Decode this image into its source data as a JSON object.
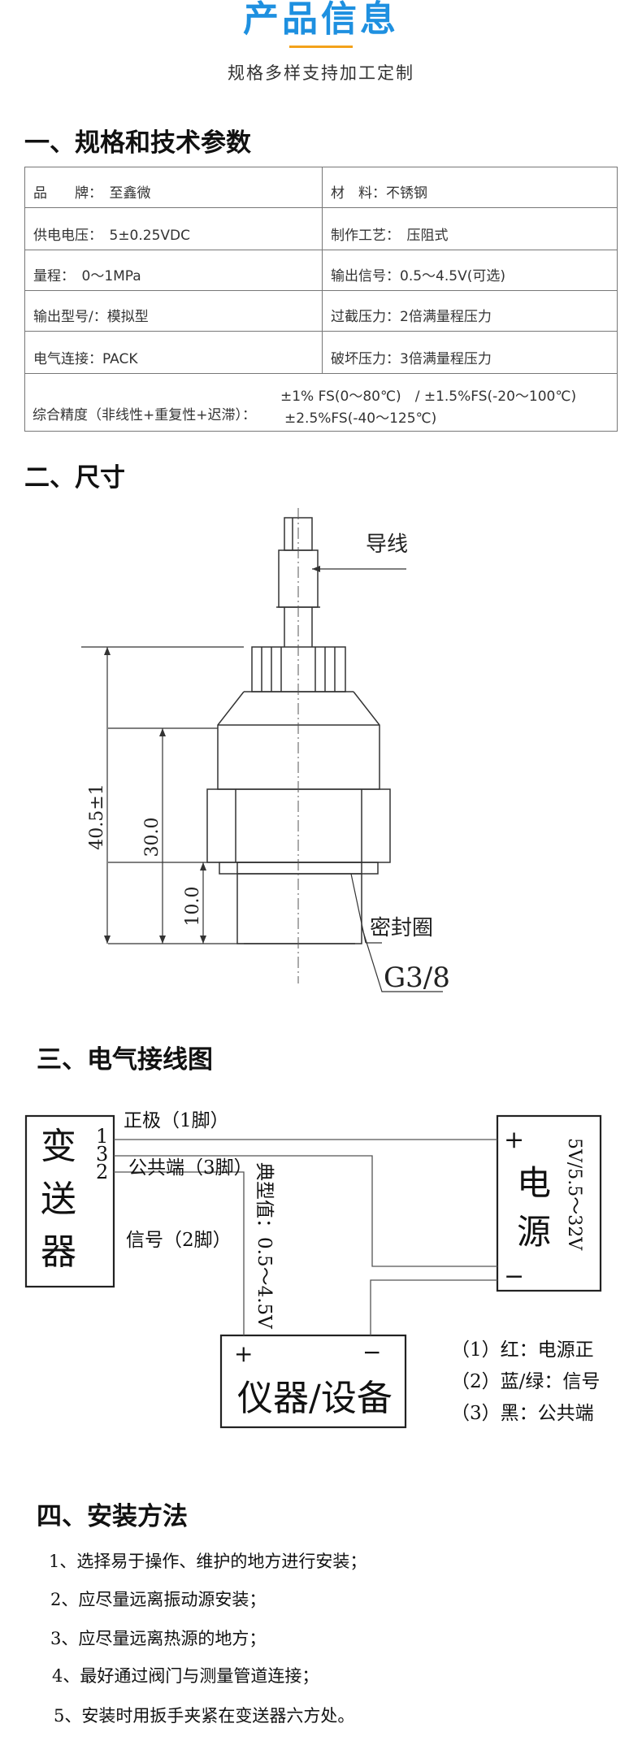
{
  "header": {
    "title": "产品信息",
    "subtitle": "规格多样支持加工定制"
  },
  "sections": {
    "spec": "一、规格和技术参数",
    "dimension": "二、尺寸",
    "wiring": "三、电气接线图",
    "install": "四、安装方法"
  },
  "spec_table": [
    {
      "left": "品　　牌：　至鑫微",
      "right": "材　料：不锈钢"
    },
    {
      "left": "供电电压：　5±0.25VDC",
      "right": "制作工艺：　压阻式"
    },
    {
      "left": "量程：　0～1MPa",
      "right": "输出信号：0.5～4.5V(可选)"
    },
    {
      "left": "输出型号/：模拟型",
      "right": "过截压力：2倍满量程压力"
    },
    {
      "left": "电气连接：PACK",
      "right": "破坏压力：3倍满量程压力"
    }
  ],
  "accuracy": {
    "label": "综合精度（非线性+重复性+迟滞）：",
    "line1": "±1% FS(0～80℃)　/ ±1.5%FS(-20～100℃)",
    "line2": "±2.5%FS(-40～125℃)"
  },
  "dimension_drawing": {
    "wire_label": "导线",
    "total_height": "40.5±1",
    "body_height": "30.0",
    "thread_height": "10.0",
    "seal_label": "密封圈",
    "thread_label": "G3/8"
  },
  "wiring_diagram": {
    "transmitter": "变送器",
    "pins": [
      "1",
      "3",
      "2"
    ],
    "positive": "正极（1脚）",
    "common": "公共端（3脚）",
    "signal": "信号（2脚）",
    "typical": "典型值：0.5～4.5V",
    "power": "电源",
    "power_spec": "5V/5.5～32V",
    "plus": "+",
    "minus": "−",
    "instrument": "仪器/设备",
    "legend": [
      "（1）红：电源正",
      "（2）蓝/绿：信号",
      "（3）黑：公共端"
    ]
  },
  "install_steps": [
    "1、选择易于操作、维护的地方进行安装；",
    "2、应尽量远离振动源安装；",
    "3、应尽量远离热源的地方；",
    "4、最好通过阀门与测量管道连接；",
    "5、安装时用扳手夹紧在变送器六方处。"
  ]
}
